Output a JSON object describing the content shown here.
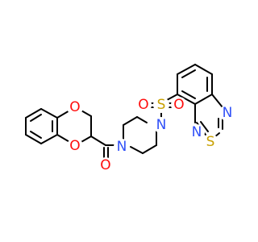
{
  "diagram": {
    "atoms": {
      "o_ring_top": {
        "label": "O",
        "color": "#ff0d0d"
      },
      "o_ring_bottom": {
        "label": "O",
        "color": "#ff0d0d"
      },
      "o_carbonyl": {
        "label": "O",
        "color": "#ff0d0d"
      },
      "n_amide": {
        "label": "N",
        "color": "#3050f8"
      },
      "n_sulfonyl": {
        "label": "N",
        "color": "#3050f8"
      },
      "s_sulfonyl": {
        "label": "S",
        "color": "#c8a000"
      },
      "o_sulfonyl_top": {
        "label": "O",
        "color": "#ff0d0d"
      },
      "o_sulfonyl_bottom": {
        "label": "O",
        "color": "#ff0d0d"
      },
      "n_thiadiazole_top": {
        "label": "N",
        "color": "#3050f8"
      },
      "n_thiadiazole_bottom": {
        "label": "N",
        "color": "#3050f8"
      },
      "s_thiadiazole": {
        "label": "S",
        "color": "#c8a000"
      }
    },
    "bond_color": "#000000"
  }
}
